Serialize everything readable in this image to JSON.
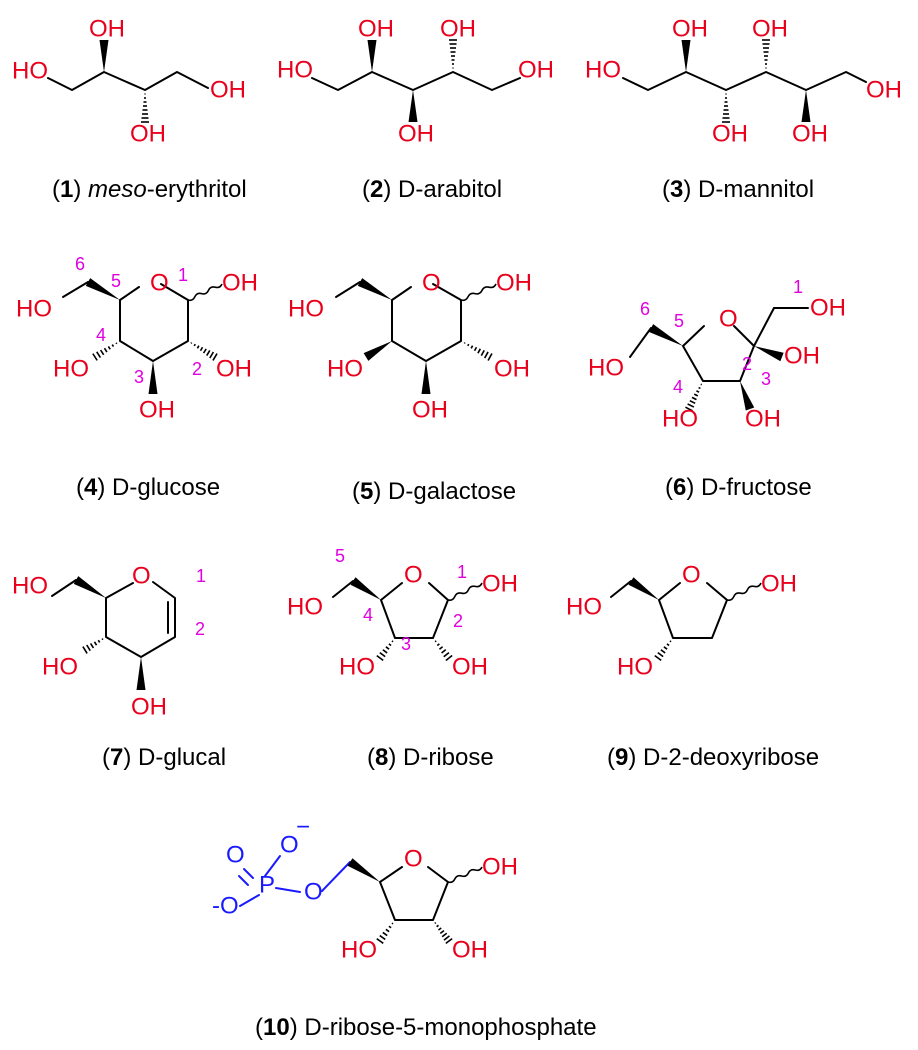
{
  "labels": {
    "OH": "OH",
    "HO": "HO",
    "O": "O",
    "P": "P",
    "neg": "−",
    "negO": "-O"
  },
  "captions": [
    {
      "num": "1",
      "prefix": "meso",
      "text": "-erythritol"
    },
    {
      "num": "2",
      "text": "D-arabitol"
    },
    {
      "num": "3",
      "text": "D-mannitol"
    },
    {
      "num": "4",
      "text": "D-glucose"
    },
    {
      "num": "5",
      "text": "D-galactose"
    },
    {
      "num": "6",
      "text": "D-fructose"
    },
    {
      "num": "7",
      "text": "D-glucal"
    },
    {
      "num": "8",
      "text": "D-ribose"
    },
    {
      "num": "9",
      "text": "D-2-deoxyribose"
    },
    {
      "num": "10",
      "text": "D-ribose-5-monophosphate"
    }
  ],
  "numbering": {
    "glucose": [
      "6",
      "5",
      "1",
      "4",
      "3",
      "2"
    ],
    "fructose": [
      "1",
      "6",
      "5",
      "2",
      "4",
      "3"
    ],
    "glucal": [
      "1",
      "2"
    ],
    "ribose": [
      "5",
      "1",
      "4",
      "2",
      "3"
    ]
  },
  "colors": {
    "bond": "#000000",
    "heteroatom": "#e8001c",
    "numbering": "#e000e0",
    "phosphate": "#1a1aff"
  }
}
